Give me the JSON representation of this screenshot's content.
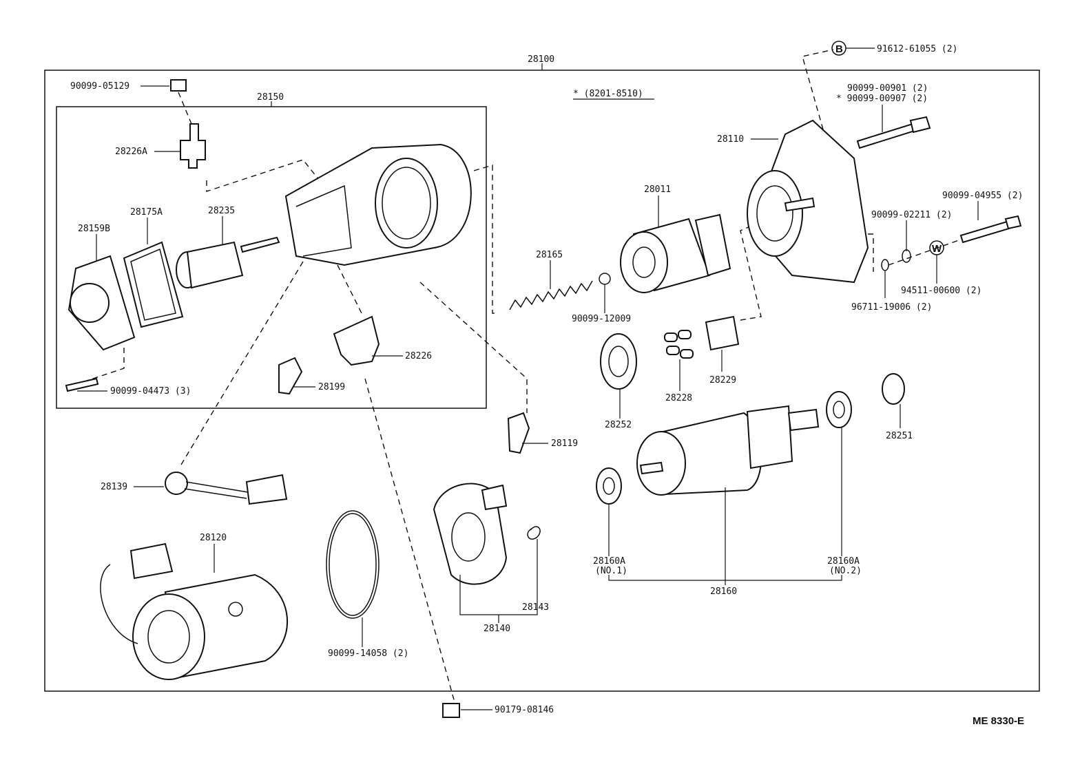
{
  "labels": {
    "p28100": "28100",
    "p28150": "28150",
    "p90099_05129": "90099-05129",
    "p28226A": "28226A",
    "p28159B": "28159B",
    "p28175A": "28175A",
    "p28235": "28235",
    "p90099_04473": "90099-04473 (3)",
    "p28199": "28199",
    "p28226": "28226",
    "p28119": "28119",
    "p28139": "28139",
    "p28120": "28120",
    "p90099_14058": "90099-14058 (2)",
    "p90179_08146": "90179-08146",
    "p28140": "28140",
    "p28143": "28143",
    "p28165": "28165",
    "p90099_12009": "90099-12009",
    "p28011": "28011",
    "p28252": "28252",
    "p28228": "28228",
    "p28229": "28229",
    "p28110": "28110",
    "p91612": "91612-61055 (2)",
    "p90099_00901": "90099-00901 (2)",
    "p90099_00907": "* 90099-00907 (2)",
    "p90099_04955": "90099-04955 (2)",
    "p90099_02211": "90099-02211 (2)",
    "p94511": "94511-00600 (2)",
    "p96711": "96711-19006 (2)",
    "p28251": "28251",
    "p28160A_1": "28160A",
    "p28160A_1_sub": "(NO.1)",
    "p28160A_2": "28160A",
    "p28160A_2_sub": "(NO.2)",
    "p28160": "28160",
    "note_star": "* (8201-8510)",
    "circle_B": "B",
    "circle_W": "W",
    "ref_code": "ME 8330-E"
  }
}
